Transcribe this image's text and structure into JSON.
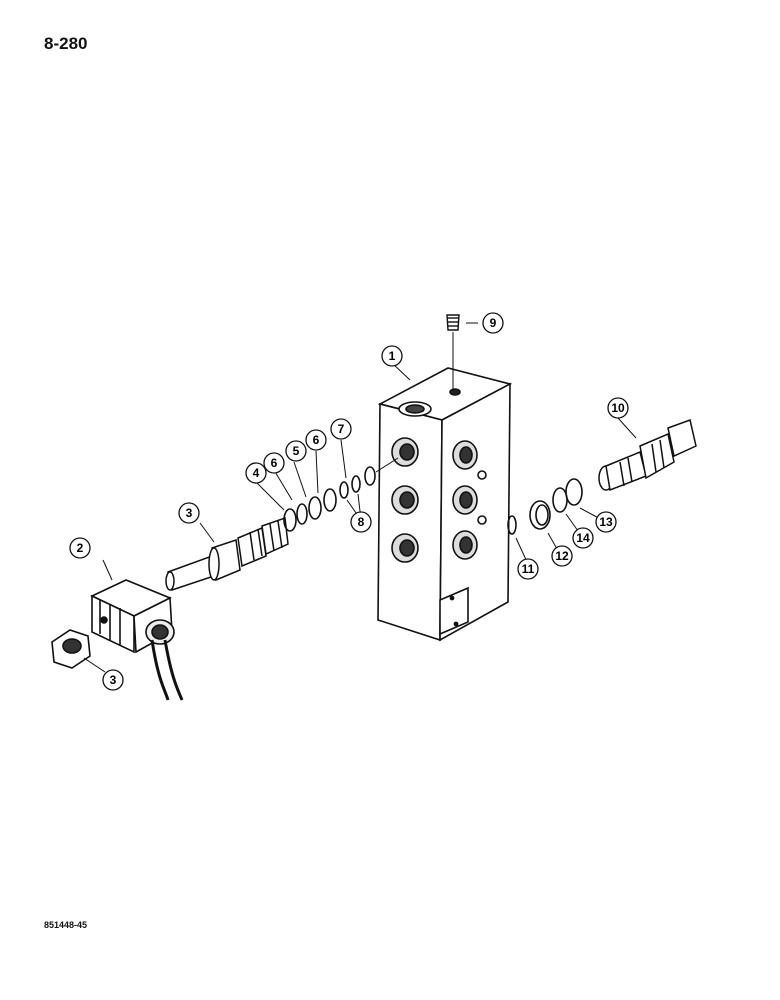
{
  "page": {
    "page_number": "8-280",
    "figure_code": "851448-45"
  },
  "callouts": [
    "1",
    "2",
    "3",
    "3",
    "4",
    "5",
    "6",
    "6",
    "7",
    "8",
    "9",
    "10",
    "11",
    "12",
    "13",
    "14"
  ]
}
